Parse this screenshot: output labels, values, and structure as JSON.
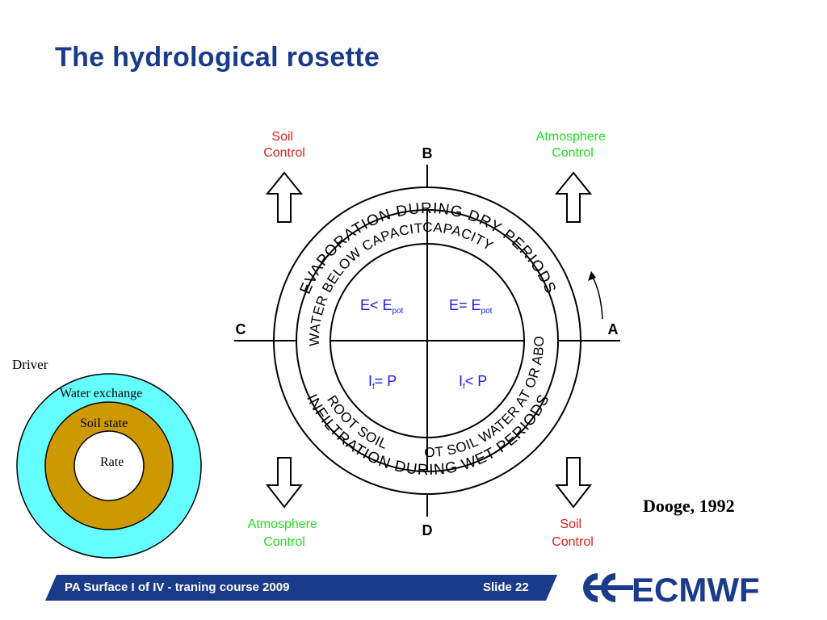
{
  "title": "The hydrological rosette",
  "rosette": {
    "corners": {
      "top_left": [
        "Soil",
        "Control"
      ],
      "top_right": [
        "Atmosphere",
        "Control"
      ],
      "bottom_left": [
        "Atmosphere",
        "Control"
      ],
      "bottom_right": [
        "Soil",
        "Control"
      ]
    },
    "axes": {
      "a": "A",
      "b": "B",
      "c": "C",
      "d": "D"
    },
    "outer_ring_top": "EVAPORATION DURING DRY PERIODS",
    "outer_ring_bottom": "INFILTRATION DURING WET PERIODS",
    "inner_ring_top_left": "WATER BELOW CAPACITY",
    "inner_ring_top_right": "CAPACITY",
    "inner_ring_bottom_left": "ROOT SOIL",
    "inner_ring_bottom_right": "ROOT SOIL WATER AT OR ABOVE",
    "quadrants": {
      "top_left": {
        "main": "E< E",
        "sub": "pot"
      },
      "top_right": {
        "main": "E= E",
        "sub": "pot"
      },
      "bottom_left": {
        "main": "I",
        "sub": "f",
        "rest": "= P"
      },
      "bottom_right": {
        "main": "I",
        "sub": "f",
        "rest": "< P"
      }
    }
  },
  "legend": {
    "driver": "Driver",
    "water_exchange": "Water exchange",
    "soil_state": "Soil state",
    "rate": "Rate"
  },
  "citation": "Dooge, 1992",
  "footer": {
    "course": "PA Surface I of IV - traning course 2009",
    "slide": "Slide 22",
    "logo_text": "ECMWF"
  },
  "colors": {
    "title": "#1a3a8a",
    "soil_control": "#e0201a",
    "atmosphere_control": "#22dd22",
    "quadrant_text": "#1a1aee",
    "water_ring": "#66ffff",
    "soil_ring": "#cc9900",
    "footer_bar": "#1a3a8a"
  }
}
